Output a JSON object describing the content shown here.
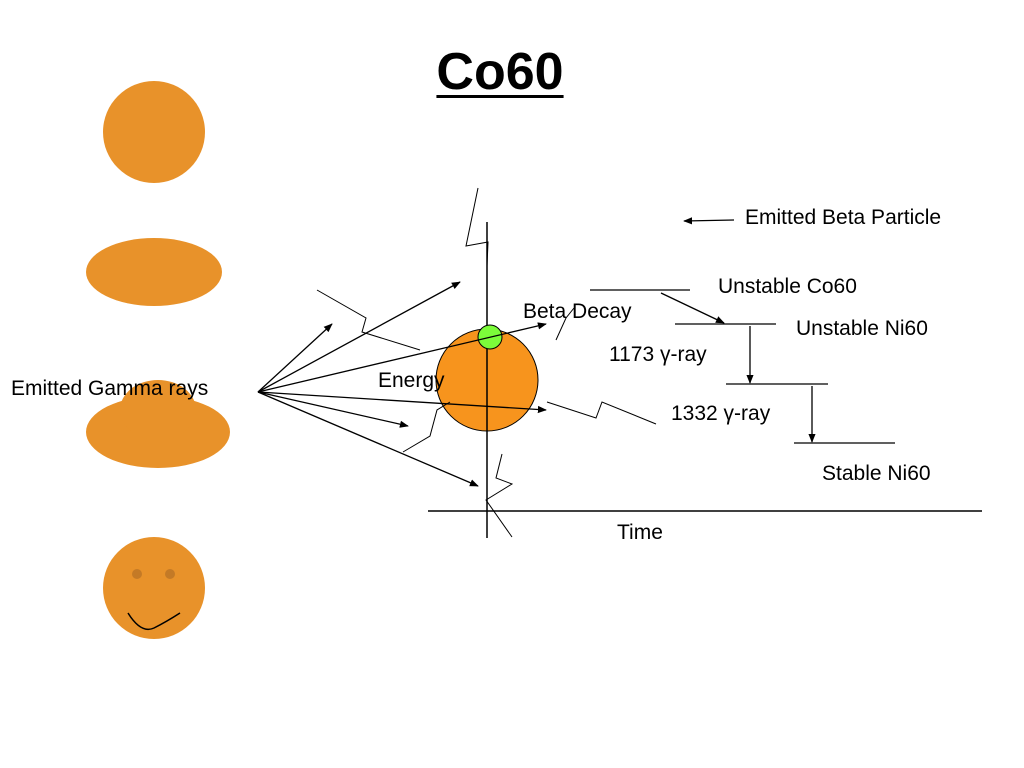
{
  "title": "Co60",
  "labels": {
    "emitted_beta_particle": "Emitted Beta Particle",
    "unstable_co60": "Unstable Co60",
    "beta_decay": "Beta Decay",
    "unstable_ni60": "Unstable Ni60",
    "gamma_1173": "1173 γ-ray",
    "energy": "Energy",
    "emitted_gamma_rays": "Emitted Gamma rays",
    "gamma_1332": "1332 γ-ray",
    "stable_ni60": "Stable Ni60",
    "time": "Time"
  },
  "colors": {
    "orange_shape": "#E8922A",
    "nucleus": "#F7941D",
    "beta_particle": "#7CFC3A",
    "line": "#000000",
    "face_eyes": "#C47A26"
  }
}
